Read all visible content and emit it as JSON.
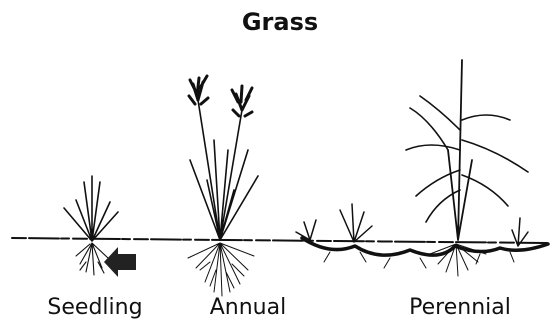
{
  "title": "Grass",
  "labels": {
    "seedling": "Seedling",
    "annual": "Annual",
    "perennial": "Perennial"
  }
}
